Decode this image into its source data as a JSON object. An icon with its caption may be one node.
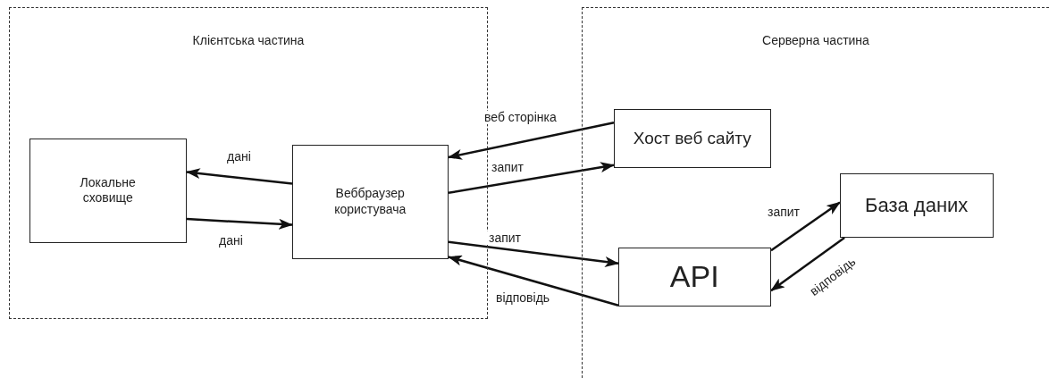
{
  "diagram": {
    "nodes": [
      {
        "text": [
          "Клієнтська частина"
        ]
      },
      {
        "text": [
          "Локальне сховище"
        ],
        "in": 0
      },
      {
        "text": [
          "Веббраузер користувача"
        ],
        "in": 0
      },
      {
        "text": [
          "Серверна частина"
        ]
      },
      {
        "text": [
          "Хост веб сайту"
        ],
        "in": 3
      },
      {
        "text": [
          "API"
        ],
        "in": 3
      },
      {
        "text": [
          "База даних"
        ],
        "in": 3
      }
    ],
    "edges": [
      {
        "from": 2,
        "to": 1,
        "arrow": "to",
        "label": "дані"
      },
      {
        "from": 1,
        "to": 2,
        "arrow": "to",
        "label": "дані"
      },
      {
        "from": 4,
        "to": 2,
        "arrow": "to",
        "label": "веб сторінка"
      },
      {
        "from": 2,
        "to": 4,
        "arrow": "to",
        "label": "запит"
      },
      {
        "from": 2,
        "to": 5,
        "arrow": "to",
        "label": "запит"
      },
      {
        "from": 5,
        "to": 2,
        "arrow": "to",
        "label": "відповідь"
      },
      {
        "from": 5,
        "to": 6,
        "arrow": "to",
        "label": "запит"
      },
      {
        "from": 6,
        "to": 5,
        "arrow": "to",
        "label": "відповідь"
      }
    ]
  }
}
